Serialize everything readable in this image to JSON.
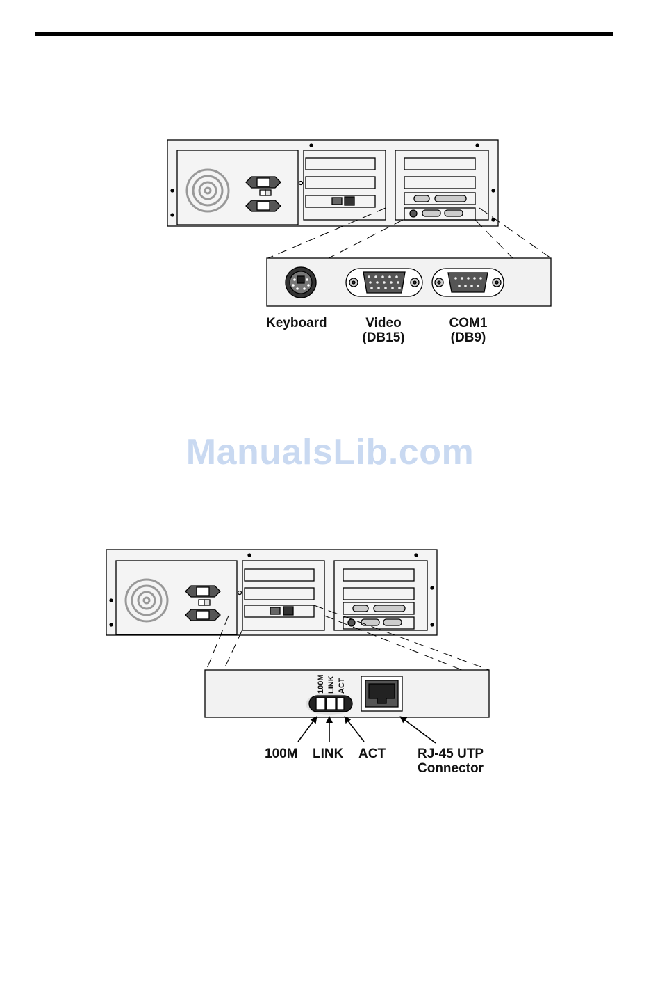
{
  "watermark": "ManualsLib.com",
  "figure1": {
    "labels": {
      "keyboard": "Keyboard",
      "video_line1": "Video",
      "video_line2": "(DB15)",
      "com1_line1": "COM1",
      "com1_line2": "(DB9)"
    }
  },
  "figure2": {
    "led_labels": [
      "100M",
      "LINK",
      "ACT"
    ],
    "callouts": {
      "led_100m": "100M",
      "led_link": "LINK",
      "led_act": "ACT",
      "rj45_line1": "RJ-45 UTP",
      "rj45_line2": "Connector"
    }
  },
  "colors": {
    "panel": "#f2f2f2",
    "line": "#000000",
    "watermark": "#c9d9f1"
  }
}
